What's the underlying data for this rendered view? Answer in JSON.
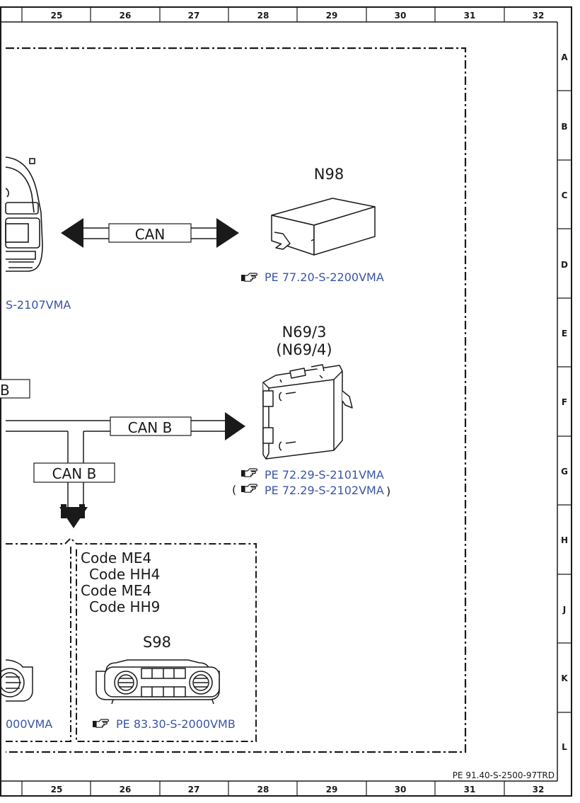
{
  "columns": [
    "25",
    "26",
    "27",
    "28",
    "29",
    "30",
    "31",
    "32"
  ],
  "rows": [
    "A",
    "B",
    "C",
    "D",
    "E",
    "F",
    "G",
    "H",
    "J",
    "K",
    "L"
  ],
  "document_ref": "PE 91.40-S-2500-97TRD",
  "components": {
    "n98": {
      "label": "N98",
      "ref": "PE 77.20-S-2200VMA"
    },
    "n69": {
      "label": "N69/3",
      "label_alt": "(N69/4)",
      "ref": "PE 72.29-S-2101VMA",
      "ref_alt": "PE 72.29-S-2102VMA",
      "paren_open": "(",
      "paren_close": ")"
    },
    "s98": {
      "label": "S98",
      "ref": "PE 83.30-S-2000VMB"
    },
    "left_top": {
      "ref": "S-2107VMA"
    },
    "left_bottom": {
      "ref": "000VMA"
    },
    "partial_box": {
      "label": "B"
    }
  },
  "bus_labels": {
    "can_top": "CAN",
    "can_b_right": "CAN B",
    "can_b_down": "CAN B"
  },
  "codes": [
    "Code ME4",
    "Code HH4",
    "Code ME4",
    "Code HH9"
  ],
  "icons": {
    "reference": "pointing-hand-icon"
  }
}
